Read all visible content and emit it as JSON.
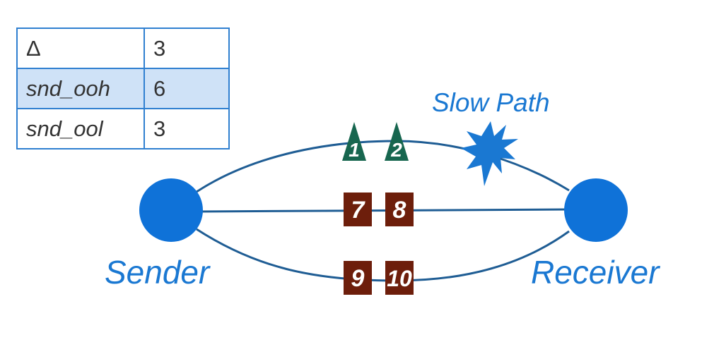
{
  "table": {
    "rows": [
      {
        "key": "Δ",
        "value": "3"
      },
      {
        "key": "snd_ooh",
        "value": "6"
      },
      {
        "key": "snd_ool",
        "value": "3"
      }
    ]
  },
  "nodes": {
    "sender": "Sender",
    "receiver": "Receiver"
  },
  "slow_path_label": "Slow Path",
  "packets": {
    "top": [
      "1",
      "2"
    ],
    "middle": [
      "7",
      "8"
    ],
    "bottom": [
      "9",
      "10"
    ]
  },
  "colors": {
    "node": "#0f72d8",
    "path": "#1f5d94",
    "label": "#1a78d2",
    "triangle_packet": "#17664f",
    "square_packet": "#6d1e0b",
    "table_border": "#2f7fd0",
    "table_highlight": "#cfe2f7"
  },
  "icons": {
    "loss": "starburst-icon"
  }
}
